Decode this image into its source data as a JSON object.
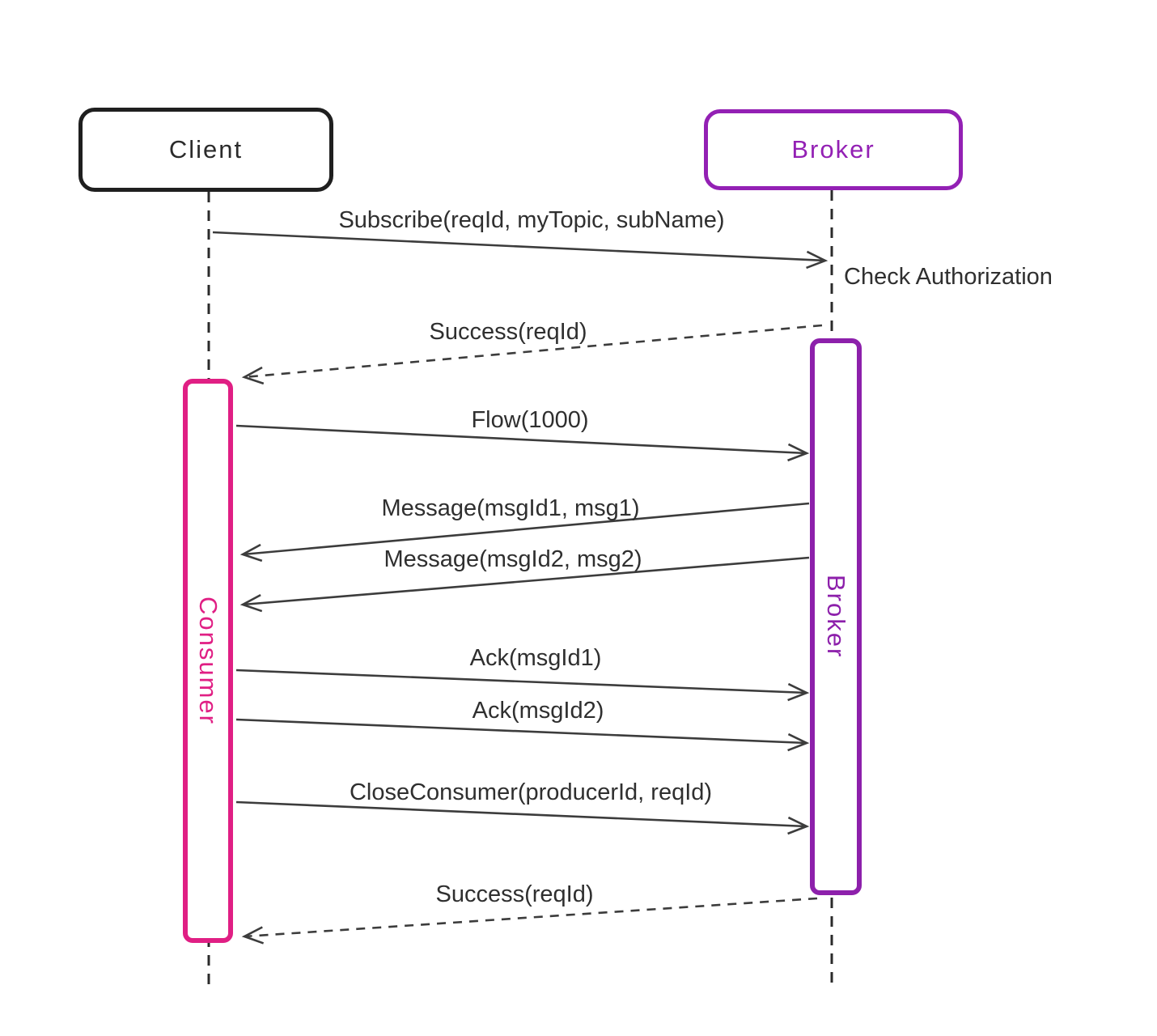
{
  "diagram": {
    "type": "sequence-diagram",
    "participants": [
      {
        "id": "client",
        "label": "Client",
        "border_color": "#1f1f1f",
        "text_color": "#2b2b2b"
      },
      {
        "id": "broker",
        "label": "Broker",
        "border_color": "#9320b4",
        "text_color": "#9320b4"
      }
    ],
    "activations": [
      {
        "id": "consumer-bar",
        "label": "Consumer",
        "on_lifeline": "client",
        "border_color": "#e01f84",
        "text_color": "#e01f84"
      },
      {
        "id": "broker-bar",
        "label": "Broker",
        "on_lifeline": "broker",
        "border_color": "#8d20ab",
        "text_color": "#8d20ab"
      }
    ],
    "messages": [
      {
        "label": "Subscribe(reqId, myTopic, subName)",
        "from": "client",
        "to": "broker",
        "style": "solid"
      },
      {
        "label": "Success(reqId)",
        "from": "broker",
        "to": "consumer-bar",
        "style": "dashed"
      },
      {
        "label": "Flow(1000)",
        "from": "consumer-bar",
        "to": "broker-bar",
        "style": "solid"
      },
      {
        "label": "Message(msgId1, msg1)",
        "from": "broker-bar",
        "to": "consumer-bar",
        "style": "solid"
      },
      {
        "label": "Message(msgId2, msg2)",
        "from": "broker-bar",
        "to": "consumer-bar",
        "style": "solid"
      },
      {
        "label": "Ack(msgId1)",
        "from": "consumer-bar",
        "to": "broker-bar",
        "style": "solid"
      },
      {
        "label": "Ack(msgId2)",
        "from": "consumer-bar",
        "to": "broker-bar",
        "style": "solid"
      },
      {
        "label": "CloseConsumer(producerId, reqId)",
        "from": "consumer-bar",
        "to": "broker-bar",
        "style": "solid"
      },
      {
        "label": "Success(reqId)",
        "from": "broker-bar",
        "to": "consumer-bar",
        "style": "dashed"
      }
    ],
    "note": {
      "label": "Check Authorization",
      "near": "broker-lifeline"
    },
    "colors": {
      "background": "#ffffff",
      "line": "#3c3c3c",
      "lifeline": "#2b2b2b",
      "pink_accent": "#e01f84",
      "purple_accent": "#9320b4"
    }
  }
}
